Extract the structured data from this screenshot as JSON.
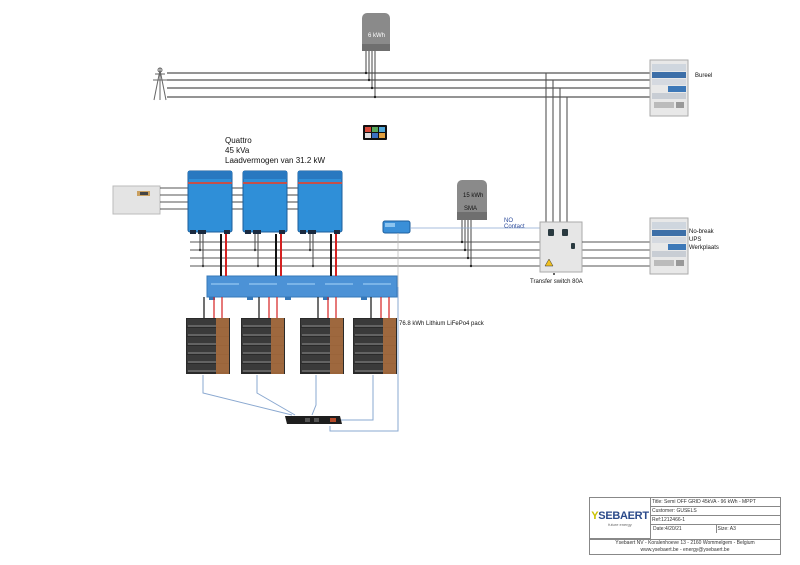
{
  "labels": {
    "grid_meter": "6 kWh",
    "quattro_title": "Quattro",
    "quattro_power": "45 kVa",
    "quattro_charge": "Laadvermogen van 31.2 kW",
    "sma_meter_line1": "15 kWh",
    "sma_meter_line2": "SMA",
    "no_contact_line1": "NO",
    "no_contact_line2": "Contact",
    "transfer_switch": "Transfer switch 80A",
    "battery_pack": "76.8 kWh Lithium LiFePo4 pack",
    "panel_top": "Bureel",
    "panel_bottom_line1": "No-break",
    "panel_bottom_line2": "UPS",
    "panel_bottom_line3": "Werkplaats"
  },
  "title_block": {
    "brand": "YSEBAERT",
    "brand_initial": "Y",
    "brand_rest": "SEBAERT",
    "tagline": "future energy",
    "title": "Title: Semi OFF GRID 45kVA - 96 kWh - MPPT",
    "customer": "Customer: GUSELS",
    "ref": "Ref:1212466-1",
    "date": "Date:4/20/21",
    "size": "Size: A3",
    "address": "Ysebaert NV - Koralenhoeve 13 - 2160 Wommelgem - Belgium",
    "contact": "www.ysebaert.be - energy@ysebaert.be"
  },
  "colors": {
    "inverter_blue": "#2f8fd8",
    "dc_positive": "#d42020",
    "dc_negative": "#111111",
    "ac_line": "#555555",
    "comm_line": "#8aa8d0",
    "no_contact_text": "#2b4a9a"
  },
  "components": {
    "inverter_count": 3,
    "lynx_module_count": 5,
    "battery_rack_count": 4,
    "battery_modules_per_rack": 6
  }
}
